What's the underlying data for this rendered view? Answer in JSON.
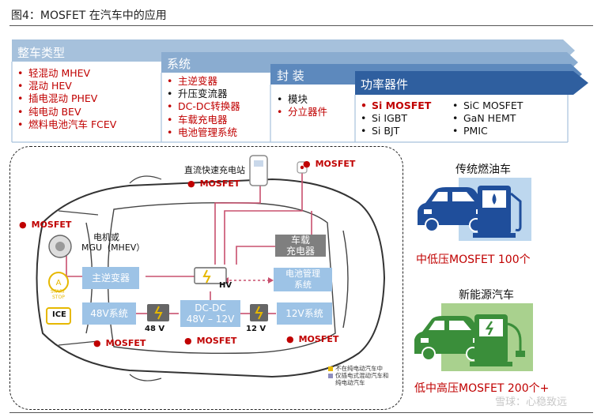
{
  "figure": {
    "title": "图4：MOSFET 在汽车中的应用"
  },
  "tiers": {
    "vehicle": {
      "label": "整车类型",
      "items": [
        "轻混动 MHEV",
        "混动 HEV",
        "插电混动 PHEV",
        "纯电动 BEV",
        "燃料电池汽车 FCEV"
      ]
    },
    "system": {
      "label": "系统",
      "items": [
        "主逆变器",
        "升压变流器",
        "DC-DC转换器",
        "车载充电器",
        "电池管理系统"
      ]
    },
    "package": {
      "label": "封 装",
      "items": [
        "模块",
        "分立器件"
      ]
    },
    "power": {
      "label": "功率器件",
      "left": [
        "Si MOSFET",
        "Si IGBT",
        "Si BJT"
      ],
      "right": [
        "SiC MOSFET",
        "GaN HEMT",
        "PMIC"
      ]
    }
  },
  "diagram": {
    "charger_station": "直流快速充电站",
    "motor": "电机或",
    "mgu": "MGU（MHEV）",
    "main_inverter": "主逆变器",
    "v48_system": "48V系统",
    "dcdc_top": "DC-DC",
    "dcdc_bottom": "48V – 12V",
    "v12_system": "12V系统",
    "bms_line1": "电池管理",
    "bms_line2": "系统",
    "obc_line1": "车载",
    "obc_line2": "充电器",
    "hv": "HV",
    "battery_48": "48 V",
    "battery_12": "12 V",
    "ice": "ICE",
    "start": "START",
    "stop": "STOP",
    "mosfet": "MOSFET",
    "legend_1": "不在纯电动汽车中",
    "legend_2": "仅插电式混动汽车和",
    "legend_3": "纯电动汽车"
  },
  "right": {
    "ice_car_label": "传统燃油车",
    "ice_count": "中低压MOSFET 100个",
    "nev_label": "新能源汽车",
    "nev_count": "低中高压MOSFET 200个+"
  },
  "watermark": "雪球：心稳致远",
  "colors": {
    "tier1": "#a6c1dc",
    "tier2": "#8aacd0",
    "tier3": "#5d89bd",
    "tier4": "#2f5f9f",
    "accent_red": "#c00000",
    "box_blue": "#9dc3e6",
    "gray_box": "#7f7f7f",
    "ice_panel": "#bdd7ee",
    "nev_panel": "#a9d18e",
    "car_blue": "#1f4e9b",
    "car_green": "#3a8e3a"
  }
}
